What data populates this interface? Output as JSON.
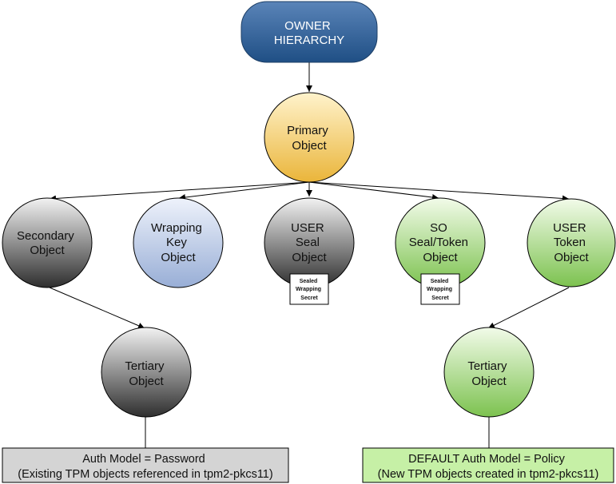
{
  "owner": {
    "lines": [
      "OWNER",
      "HIERARCHY"
    ]
  },
  "primary": {
    "lines": [
      "Primary",
      "Object"
    ]
  },
  "secondary": {
    "lines": [
      "Secondary",
      "Object"
    ]
  },
  "wrapping_key": {
    "lines": [
      "Wrapping",
      "Key",
      "Object"
    ]
  },
  "user_seal": {
    "lines": [
      "USER",
      "Seal",
      "Object"
    ]
  },
  "so_seal_token": {
    "lines": [
      "SO",
      "Seal/Token",
      "Object"
    ]
  },
  "user_token": {
    "lines": [
      "USER",
      "Token",
      "Object"
    ]
  },
  "tertiary_left": {
    "lines": [
      "Tertiary",
      "Object"
    ]
  },
  "tertiary_right": {
    "lines": [
      "Tertiary",
      "Object"
    ]
  },
  "sealed_tag_left": {
    "lines": [
      "Sealed",
      "Wrapping",
      "Secret"
    ]
  },
  "sealed_tag_right": {
    "lines": [
      "Sealed",
      "Wrapping",
      "Secret"
    ]
  },
  "password_box": {
    "lines": [
      "Auth Model = Password",
      "(Existing TPM objects referenced in tpm2-pkcs11)"
    ]
  },
  "policy_box": {
    "lines": [
      "DEFAULT Auth Model = Policy",
      "(New TPM objects created in tpm2-pkcs11)"
    ]
  },
  "colors": {
    "owner_fill_top": "#5a84b8",
    "owner_fill_bottom": "#1f4f85",
    "primary_fill_top": "#fff3cc",
    "primary_fill_bottom": "#eab53a",
    "gray_fill_top": "#f2f2f2",
    "gray_fill_bottom": "#2e2e2e",
    "blue_fill_top": "#eef2fb",
    "blue_fill_bottom": "#98aed6",
    "green_fill_top": "#f2fbe9",
    "green_fill_bottom": "#7cc24f",
    "green_box": "#c6f0a6",
    "gray_box": "#d4d4d4"
  }
}
